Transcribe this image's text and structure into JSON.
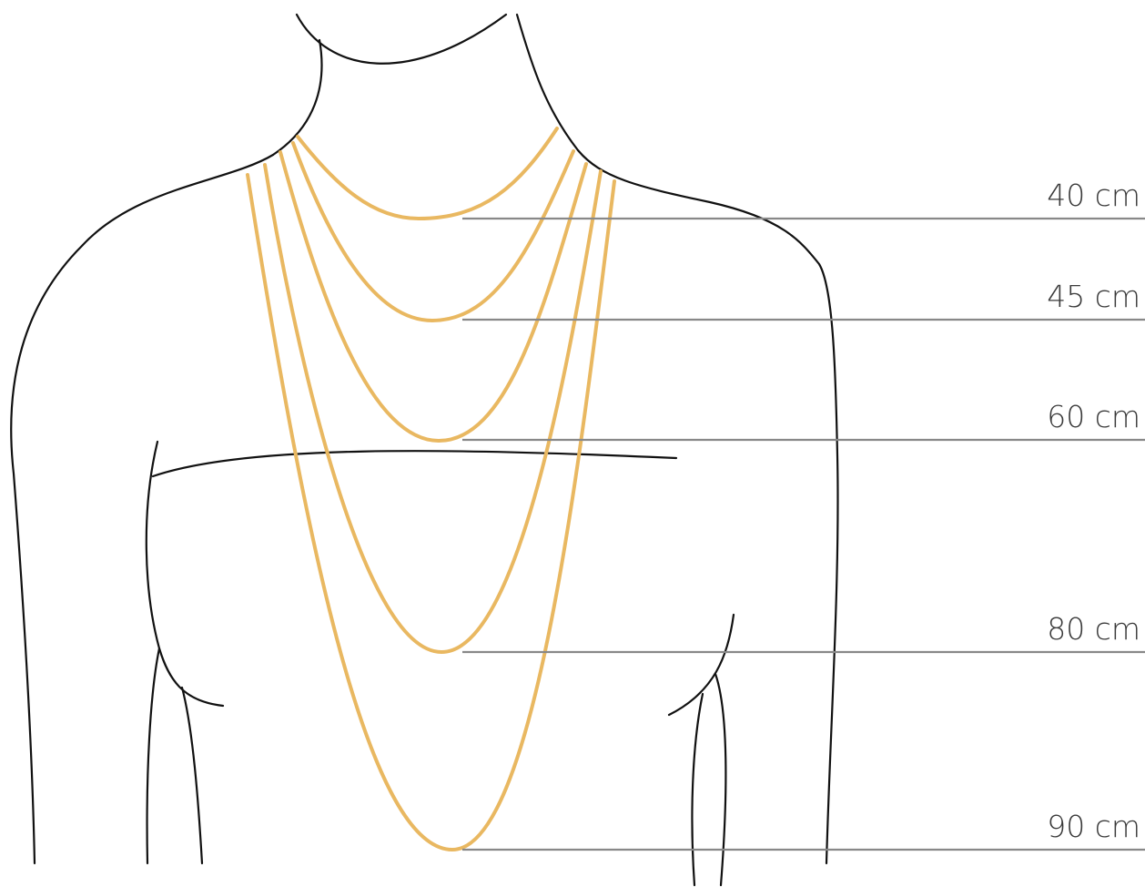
{
  "colors": {
    "outline": "#111111",
    "chain": "#e9b861",
    "guide": "#888888",
    "label": "#3a3a3a"
  },
  "chains": [
    {
      "id": "40",
      "label": "40 cm"
    },
    {
      "id": "45",
      "label": "45 cm"
    },
    {
      "id": "60",
      "label": "60 cm"
    },
    {
      "id": "80",
      "label": "80 cm"
    },
    {
      "id": "90",
      "label": "90 cm"
    }
  ]
}
